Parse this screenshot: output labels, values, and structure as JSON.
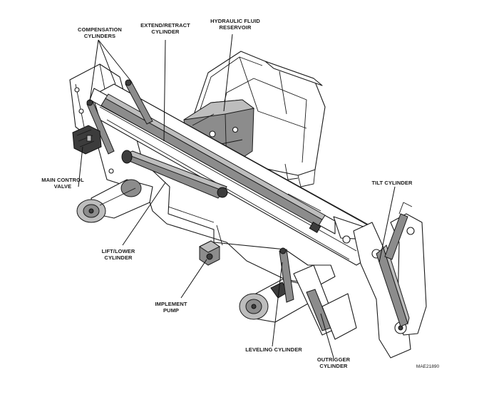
{
  "labels": {
    "compensation": [
      "COMPENSATION",
      "CYLINDERS"
    ],
    "extend_retract": [
      "EXTEND/RETRACT",
      "CYLINDER"
    ],
    "hydraulic_reservoir": [
      "HYDRAULIC FLUID",
      "RESERVOIR"
    ],
    "main_control_valve": [
      "MAIN CONTROL",
      "VALVE"
    ],
    "tilt_cylinder": [
      "TILT CYLINDER"
    ],
    "lift_lower": [
      "LIFT/LOWER",
      "CYLINDER"
    ],
    "implement_pump": [
      "IMPLEMENT",
      "PUMP"
    ],
    "leveling_cylinder": [
      "LEVELING CYLINDER"
    ],
    "outrigger_cylinder": [
      "OUTRIGGER",
      "CYLINDER"
    ]
  },
  "figure_code": "MAE21890"
}
